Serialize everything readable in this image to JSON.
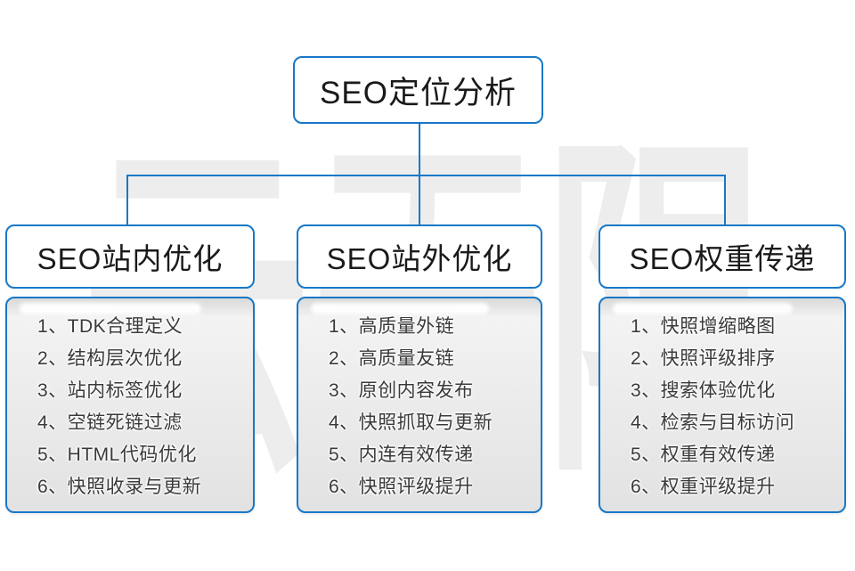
{
  "diagram": {
    "root": {
      "label": "SEO定位分析"
    },
    "watermark": {
      "text": "云无限",
      "chars": [
        "云",
        "无",
        "限"
      ]
    },
    "columns": [
      {
        "header": "SEO站内优化",
        "items": [
          "1、TDK合理定义",
          "2、结构层次优化",
          "3、站内标签优化",
          "4、空链死链过滤",
          "5、HTML代码优化",
          "6、快照收录与更新"
        ]
      },
      {
        "header": "SEO站外优化",
        "items": [
          "1、高质量外链",
          "2、高质量友链",
          "3、原创内容发布",
          "4、快照抓取与更新",
          "5、内连有效传递",
          "6、快照评级提升"
        ]
      },
      {
        "header": "SEO权重传递",
        "items": [
          "1、快照增缩略图",
          "2、快照评级排序",
          "3、搜索体验优化",
          "4、检索与目标访问",
          "5、权重有效传递",
          "6、权重评级提升"
        ]
      }
    ],
    "colors": {
      "accent_blue": "#1878c8",
      "header_text": "#1a1a1a",
      "item_text": "#3a3a3a",
      "watermark_gray": "#ededed",
      "card_gradient_top": "#d9d9d9",
      "card_gradient_bottom": "#e2e2e2"
    }
  }
}
